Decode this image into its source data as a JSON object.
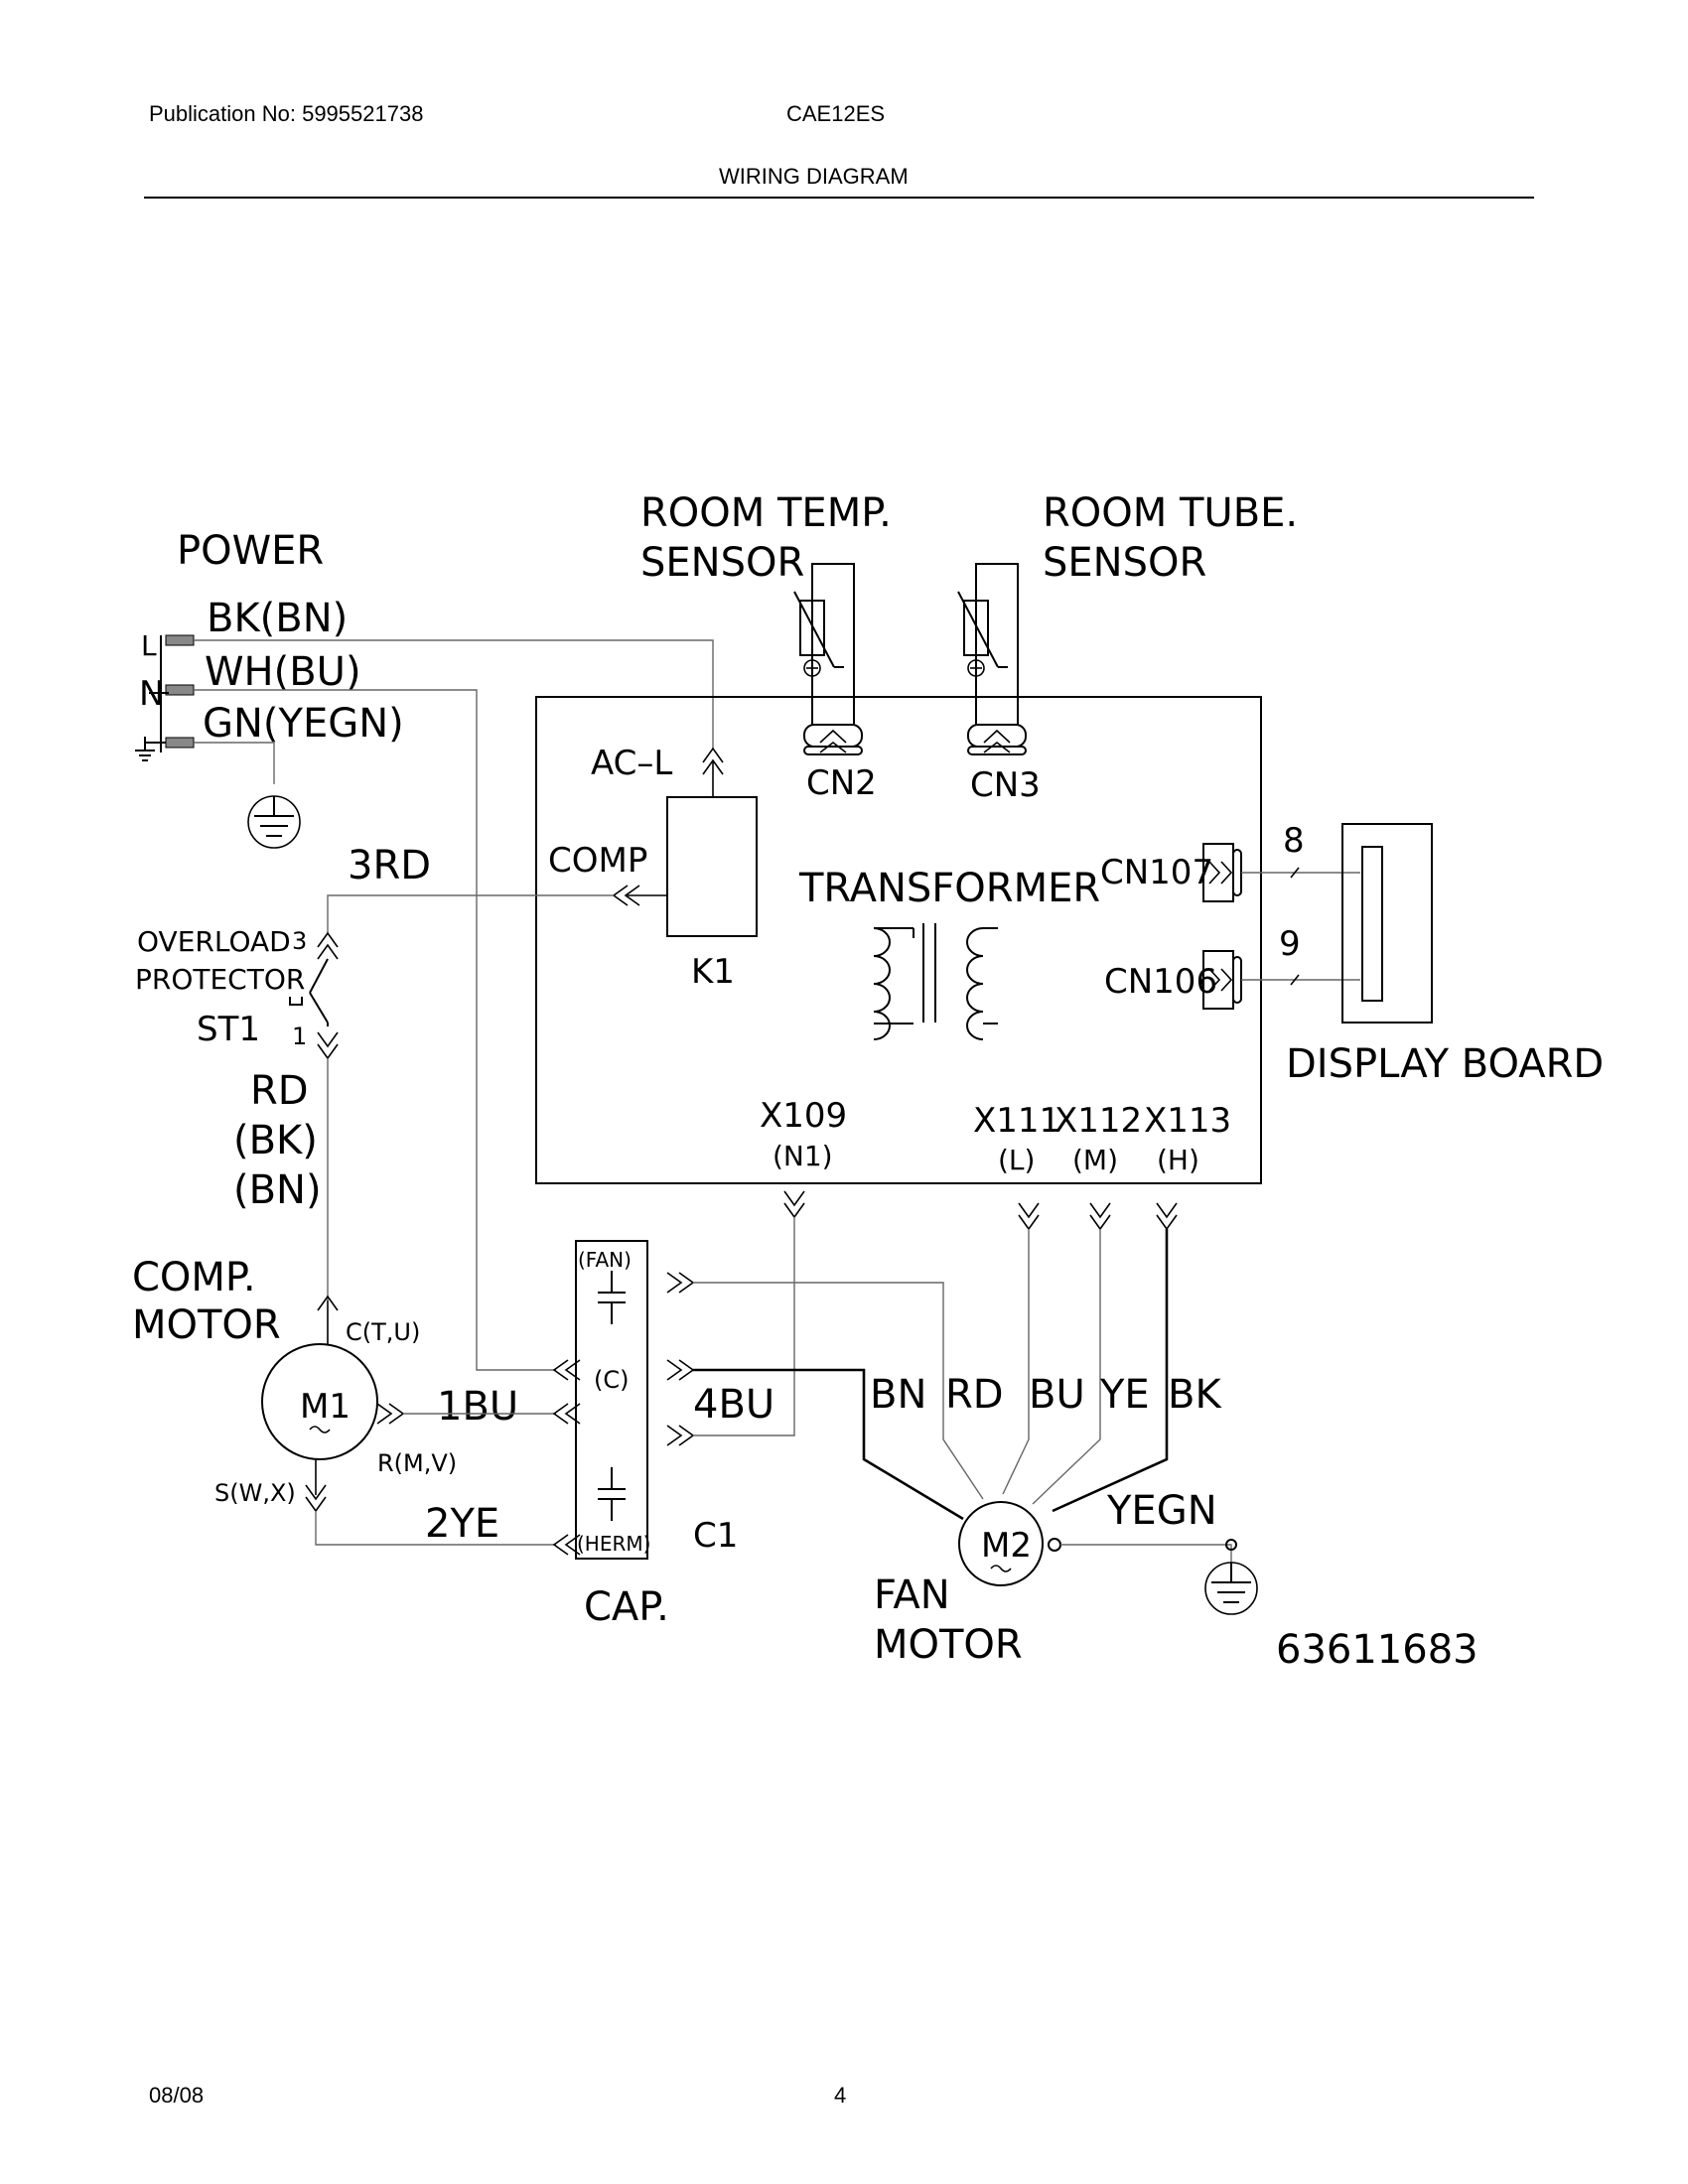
{
  "header": {
    "publication": "Publication No: 5995521738",
    "model": "CAE12ES",
    "title": "WIRING DIAGRAM"
  },
  "footer": {
    "date": "08/08",
    "page": "4"
  },
  "diagram": {
    "power": "POWER",
    "wires": {
      "line": "BK(BN)",
      "neutral": "WH(BU)",
      "ground": "GN(YEGN)"
    },
    "terminals": {
      "l": "L",
      "n": "N"
    },
    "room_temp_sensor": [
      "ROOM  TEMP.",
      "SENSOR"
    ],
    "room_tube_sensor": [
      "ROOM  TUBE.",
      "SENSOR"
    ],
    "connectors": {
      "cn2": "CN2",
      "cn3": "CN3",
      "cn107": "CN107",
      "cn106": "CN106",
      "pin8": "8",
      "pin9": "9"
    },
    "board": {
      "acl": "AC–L",
      "comp": "COMP",
      "k1": "K1",
      "transformer": "TRANSFORMER"
    },
    "display_board": "DISPLAY  BOARD",
    "outputs": {
      "x109": "X109",
      "x109_sub": "(N1)",
      "x111": "X111",
      "x111_sub": "(L)",
      "x112": "X112",
      "x112_sub": "(M)",
      "x113": "X113",
      "x113_sub": "(H)"
    },
    "overload": {
      "line1": "OVERLOAD",
      "line2": "PROTECTOR",
      "st1": "ST1",
      "pin3": "3",
      "pin1": "1"
    },
    "wire_3rd": "3RD",
    "rd_block": [
      "RD",
      "(BK)",
      "(BN)"
    ],
    "comp_motor": [
      "COMP.",
      "MOTOR"
    ],
    "m1": {
      "label": "M1",
      "c": "C(T,U)",
      "r": "R(M,V)",
      "s": "S(W,X)"
    },
    "wire_1bu": "1BU",
    "wire_2ye": "2YE",
    "wire_4bu": "4BU",
    "cap": {
      "fan": "(FAN)",
      "c": "(C)",
      "herm": "(HERM)",
      "c1": "C1",
      "label": "CAP."
    },
    "fan_wires": {
      "bn": "BN",
      "rd": "RD",
      "bu": "BU",
      "ye": "YE",
      "bk": "BK",
      "yegn": "YEGN"
    },
    "m2": {
      "label": "M2"
    },
    "fan_motor": [
      "FAN",
      "MOTOR"
    ],
    "part_number": "63611683"
  }
}
